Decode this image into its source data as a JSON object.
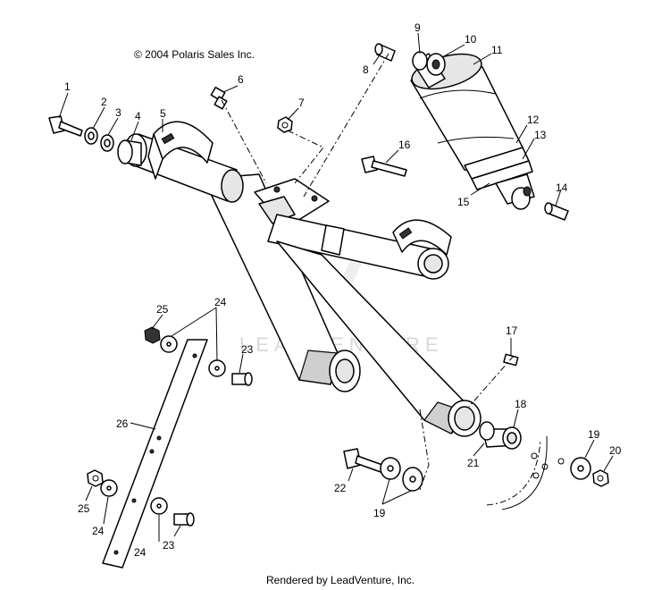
{
  "copyright": "© 2004 Polaris Sales Inc.",
  "footer": "Rendered by LeadVenture, Inc.",
  "watermark": "LEADVENTURE",
  "callouts": {
    "c1": "1",
    "c2": "2",
    "c3": "3",
    "c4": "4",
    "c5": "5",
    "c6": "6",
    "c7": "7",
    "c8": "8",
    "c9": "9",
    "c10": "10",
    "c11": "11",
    "c12": "12",
    "c13": "13",
    "c14": "14",
    "c15": "15",
    "c16": "16",
    "c17": "17",
    "c18": "18",
    "c19a": "19",
    "c19b": "19",
    "c20": "20",
    "c21": "21",
    "c22": "22",
    "c23a": "23",
    "c23b": "23",
    "c24a": "24",
    "c24b": "24",
    "c24c": "24",
    "c25a": "25",
    "c25b": "25",
    "c26": "26"
  }
}
